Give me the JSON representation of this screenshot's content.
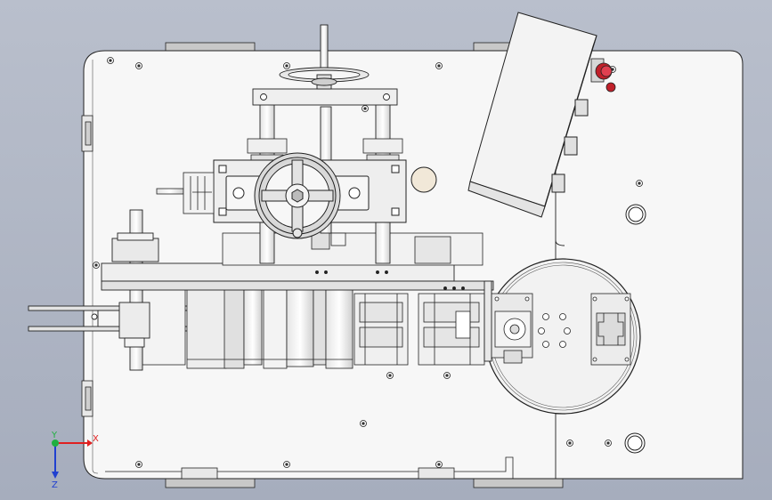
{
  "viewport": {
    "background_top": "#b9bfcc",
    "background_bottom": "#a6adbd"
  },
  "colors": {
    "line": "#222222",
    "panel": "#f7f7f7",
    "part": "#efefef",
    "part_dark": "#d8d8d8",
    "shadow": "#bdbdbd",
    "accent_red": "#c0202a",
    "pad": "#c8c8c8"
  },
  "axis_triad": {
    "x_label": "X",
    "y_label": "Y",
    "z_label": "Z",
    "x_color": "#e02020",
    "y_color": "#20b040",
    "z_color": "#2040d0"
  },
  "icons": [
    "handwheel-icon",
    "emergency-stop-icon",
    "axis-triad-icon"
  ]
}
